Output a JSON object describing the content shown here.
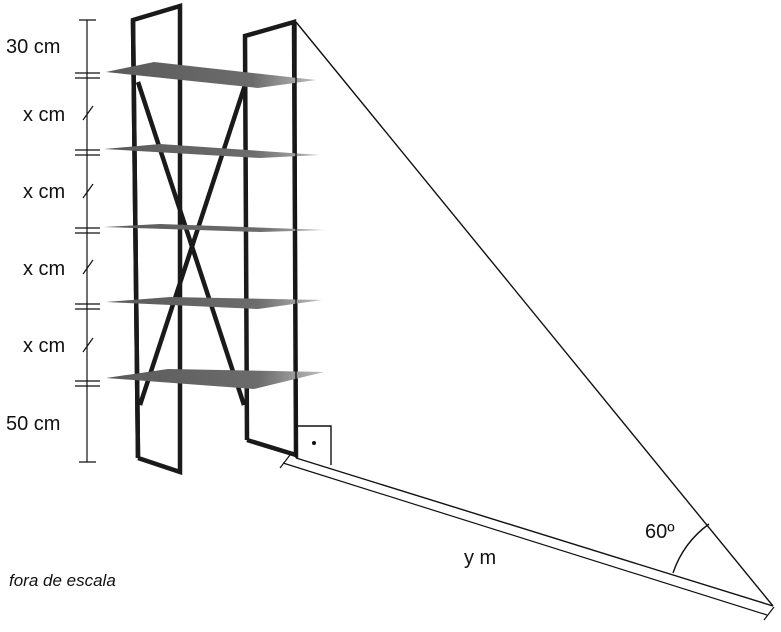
{
  "dimension_labels": {
    "top": "30 cm",
    "shelf_gap_1": "x cm",
    "shelf_gap_2": "x cm",
    "shelf_gap_3": "x cm",
    "shelf_gap_4": "x cm",
    "bottom": "50 cm"
  },
  "angle_label": "60º",
  "ground_label": "y m",
  "scale_note": "fora de escala",
  "right_angle_marker": "•",
  "colors": {
    "frame": "#1a1a1a",
    "shelf_dark": "#5a5a5a",
    "shelf_light": "#a8a8a8"
  }
}
